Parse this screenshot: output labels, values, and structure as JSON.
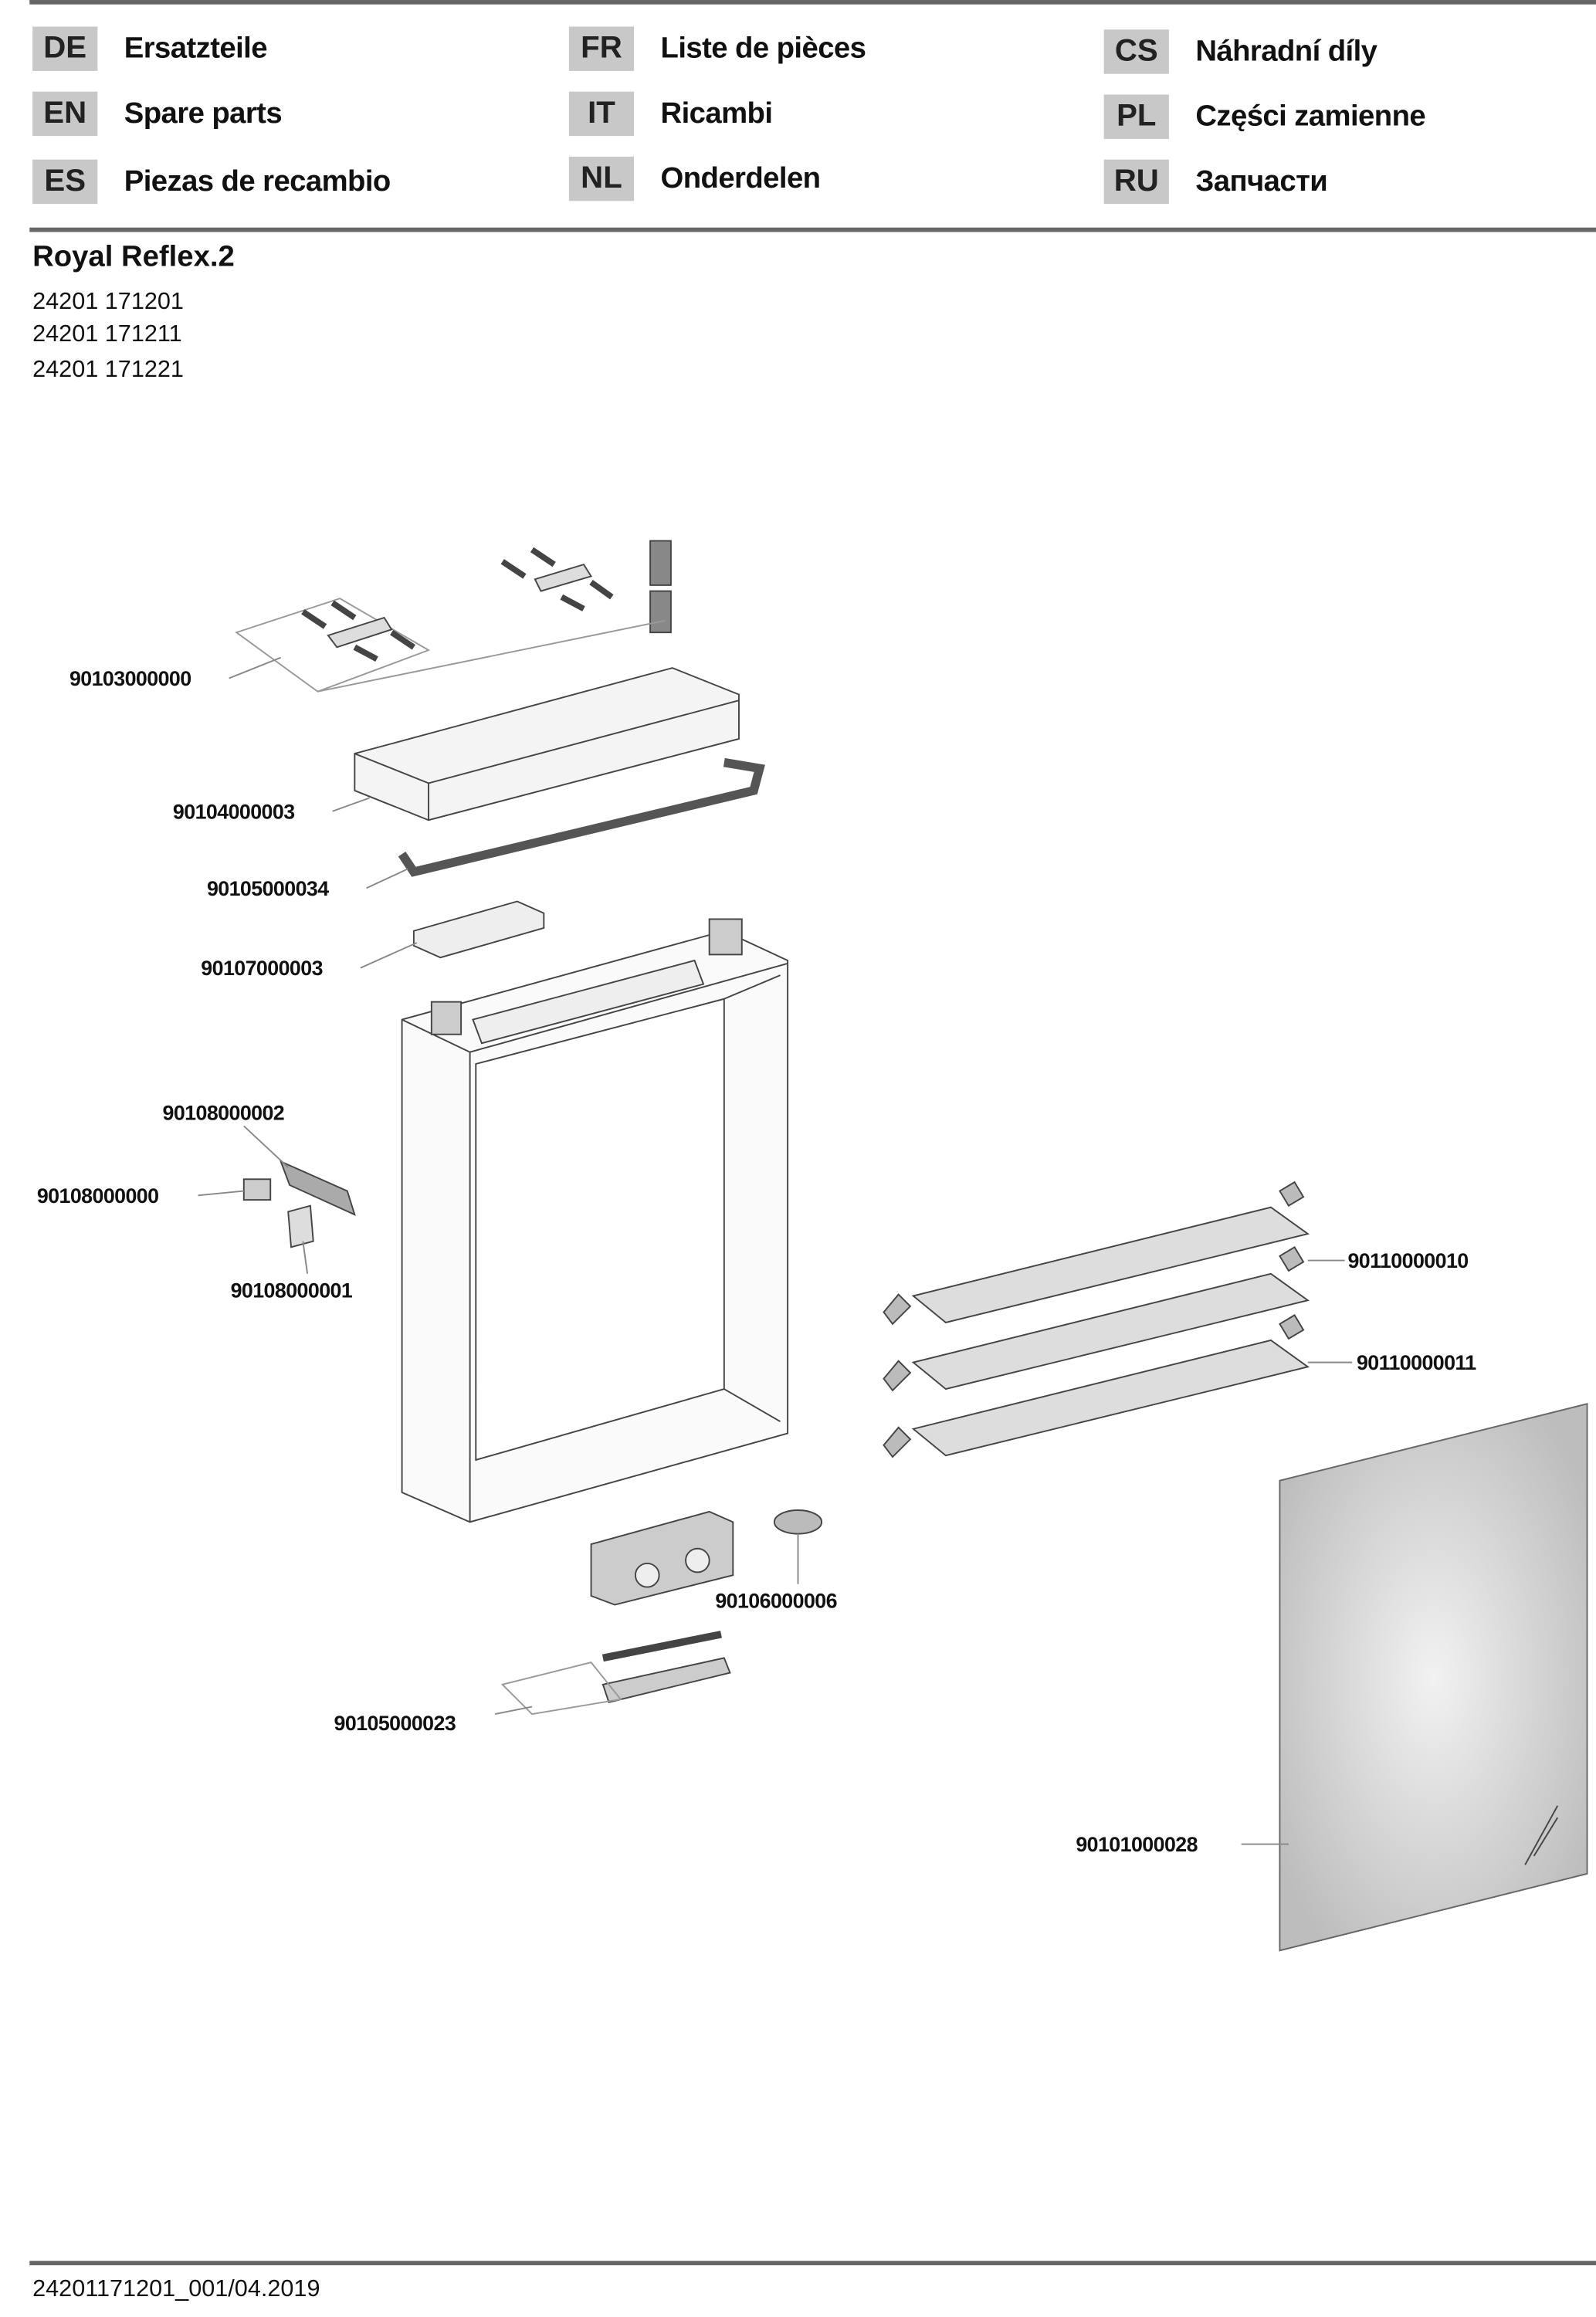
{
  "languages": [
    {
      "code": "DE",
      "label": "Ersatzteile"
    },
    {
      "code": "EN",
      "label": "Spare parts"
    },
    {
      "code": "ES",
      "label": "Piezas de recambio"
    },
    {
      "code": "FR",
      "label": "Liste de pièces"
    },
    {
      "code": "IT",
      "label": "Ricambi"
    },
    {
      "code": "NL",
      "label": "Onderdelen"
    },
    {
      "code": "CS",
      "label": "Náhradní díly"
    },
    {
      "code": "PL",
      "label": "Części zamienne"
    },
    {
      "code": "RU",
      "label": "Запчасти"
    }
  ],
  "product": {
    "name": "Royal Reflex.2",
    "article_numbers": [
      "24201 171201",
      "24201 171211",
      "24201 171221"
    ]
  },
  "parts": {
    "mounting_kit": "90103000000",
    "top_cover": "90104000003",
    "led_strip": "90105000034",
    "driver": "90107000003",
    "hinge": "90108000002",
    "hinge_cap": "90108000000",
    "hinge_clip": "90108000001",
    "shelf_support": "90110000010",
    "glass_shelf": "90110000011",
    "switch": "90106000006",
    "bottom_light": "90105000023",
    "mirror_door": "90101000028"
  },
  "footer": "24201171201_001/04.2019"
}
